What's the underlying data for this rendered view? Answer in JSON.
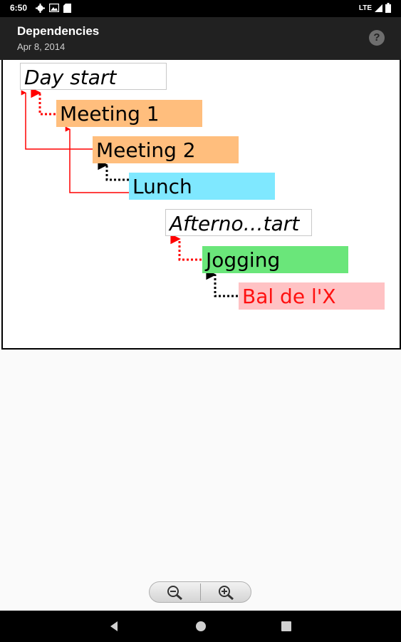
{
  "status_bar": {
    "time": "6:50",
    "network": "LTE",
    "icons": [
      "settings-icon",
      "photo-icon",
      "sd-card-icon",
      "signal-icon",
      "battery-icon"
    ]
  },
  "app_bar": {
    "title": "Dependencies",
    "subtitle": "Apr 8, 2014",
    "help_label": "?"
  },
  "tasks": [
    {
      "label": "Day start",
      "type": "milestone",
      "color": "#ffffff"
    },
    {
      "label": "Meeting 1",
      "type": "task",
      "color": "#ffbe7d"
    },
    {
      "label": "Meeting 2",
      "type": "task",
      "color": "#ffbe7d"
    },
    {
      "label": "Lunch",
      "type": "task",
      "color": "#7fe8ff"
    },
    {
      "label": "Afterno…tart",
      "type": "milestone",
      "color": "#ffffff"
    },
    {
      "label": "Jogging",
      "type": "task",
      "color": "#6ae67a"
    },
    {
      "label": "Bal de l'X",
      "type": "task",
      "color": "#ffc2c4",
      "text_color": "#ff1010"
    }
  ],
  "dependencies": [
    {
      "from": "Day start",
      "to": "Meeting 1",
      "style": "dotted",
      "color": "#ff0000"
    },
    {
      "from": "Day start",
      "to": "Meeting 2",
      "style": "solid",
      "color": "#ff0000"
    },
    {
      "from": "Meeting 1",
      "to": "Lunch",
      "style": "solid",
      "color": "#ff0000"
    },
    {
      "from": "Meeting 2",
      "to": "Lunch",
      "style": "dotted",
      "color": "#000000"
    },
    {
      "from": "Afterno…tart",
      "to": "Jogging",
      "style": "dotted",
      "color": "#ff0000"
    },
    {
      "from": "Jogging",
      "to": "Bal de l'X",
      "style": "dotted",
      "color": "#000000"
    }
  ],
  "zoom": {
    "out_icon": "zoom-out-icon",
    "in_icon": "zoom-in-icon"
  },
  "nav_bar": {
    "icons": [
      "back-icon",
      "home-icon",
      "recents-icon"
    ]
  }
}
